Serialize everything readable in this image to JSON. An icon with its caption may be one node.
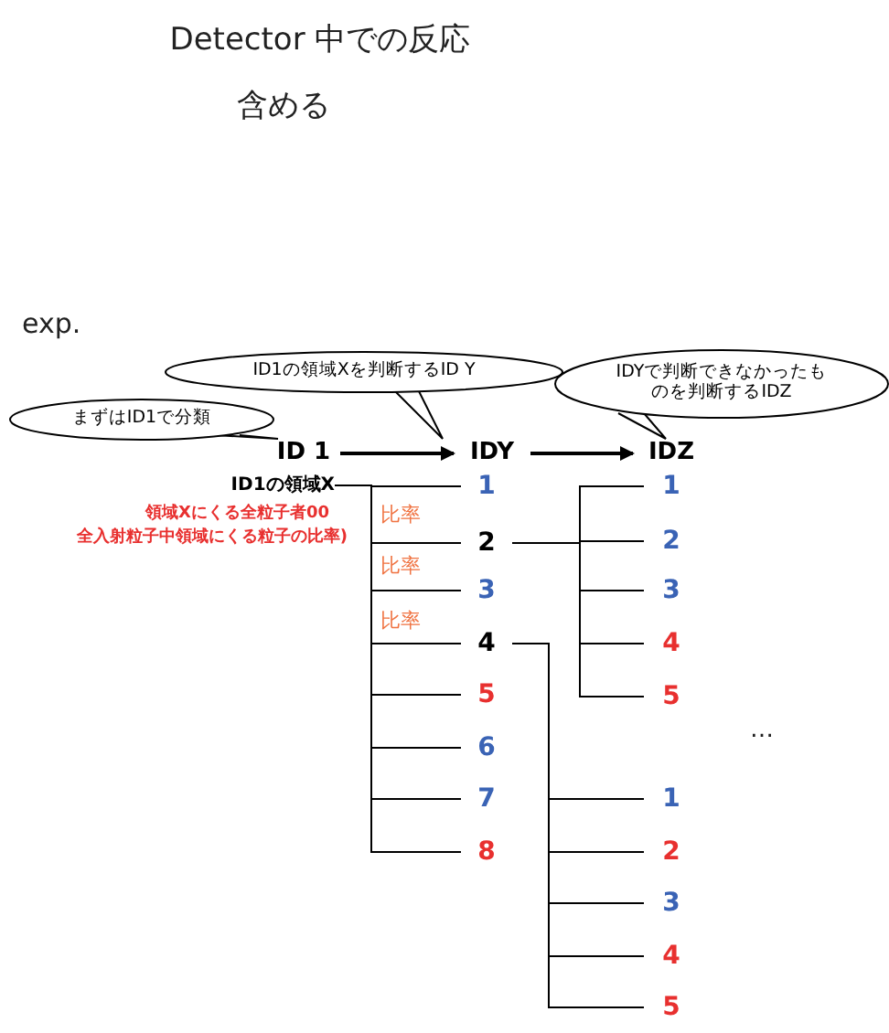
{
  "diagram": {
    "title": "Detector 中での反応",
    "nodes": [
      {
        "text": [
          "まずはID1で分類"
        ]
      },
      {
        "text": [
          "ID1の領域Xを判断するID Y"
        ]
      },
      {
        "text": [
          "IDYで判断できなかったものを判断するIDZ"
        ]
      },
      {
        "text": [
          "ID 1"
        ]
      },
      {
        "text": [
          "IDY"
        ]
      },
      {
        "text": [
          "IDZ"
        ]
      },
      {
        "text": [
          "ID1の領域X"
        ]
      },
      {
        "text": [
          "1"
        ]
      },
      {
        "text": [
          "2"
        ]
      },
      {
        "text": [
          "3"
        ]
      },
      {
        "text": [
          "4"
        ]
      },
      {
        "text": [
          "5"
        ]
      },
      {
        "text": [
          "6"
        ]
      },
      {
        "text": [
          "7"
        ]
      },
      {
        "text": [
          "8"
        ]
      },
      {
        "text": [
          "1"
        ]
      },
      {
        "text": [
          "2"
        ]
      },
      {
        "text": [
          "3"
        ]
      },
      {
        "text": [
          "4"
        ]
      },
      {
        "text": [
          "5"
        ]
      },
      {
        "text": [
          "1"
        ]
      },
      {
        "text": [
          "2"
        ]
      },
      {
        "text": [
          "3"
        ]
      },
      {
        "text": [
          "4"
        ]
      },
      {
        "text": [
          "5"
        ]
      }
    ],
    "edges": [
      {
        "from": 0,
        "to": 3,
        "arrow": "none"
      },
      {
        "from": 1,
        "to": 4,
        "arrow": "none"
      },
      {
        "from": 2,
        "to": 5,
        "arrow": "none"
      },
      {
        "from": 3,
        "to": 4,
        "arrow": "to"
      },
      {
        "from": 4,
        "to": 5,
        "arrow": "to"
      },
      {
        "from": 6,
        "to": 7,
        "arrow": "none"
      },
      {
        "from": 6,
        "to": 8,
        "arrow": "none"
      },
      {
        "from": 6,
        "to": 9,
        "arrow": "none"
      },
      {
        "from": 6,
        "to": 10,
        "arrow": "none"
      },
      {
        "from": 6,
        "to": 11,
        "arrow": "none"
      },
      {
        "from": 6,
        "to": 12,
        "arrow": "none"
      },
      {
        "from": 6,
        "to": 13,
        "arrow": "none"
      },
      {
        "from": 6,
        "to": 14,
        "arrow": "none"
      },
      {
        "from": 8,
        "to": 15,
        "arrow": "none"
      },
      {
        "from": 8,
        "to": 16,
        "arrow": "none"
      },
      {
        "from": 8,
        "to": 17,
        "arrow": "none"
      },
      {
        "from": 8,
        "to": 18,
        "arrow": "none"
      },
      {
        "from": 8,
        "to": 19,
        "arrow": "none"
      },
      {
        "from": 10,
        "to": 20,
        "arrow": "none"
      },
      {
        "from": 10,
        "to": 21,
        "arrow": "none"
      },
      {
        "from": 10,
        "to": 22,
        "arrow": "none"
      },
      {
        "from": 10,
        "to": 23,
        "arrow": "none"
      },
      {
        "from": 10,
        "to": 24,
        "arrow": "none"
      }
    ],
    "labels": [
      "含める",
      "exp.",
      "領域Xにくる全粒子者00",
      "全入射粒子中領域にくる粒子の比率)",
      "比率",
      "比率",
      "比率",
      "…"
    ]
  }
}
